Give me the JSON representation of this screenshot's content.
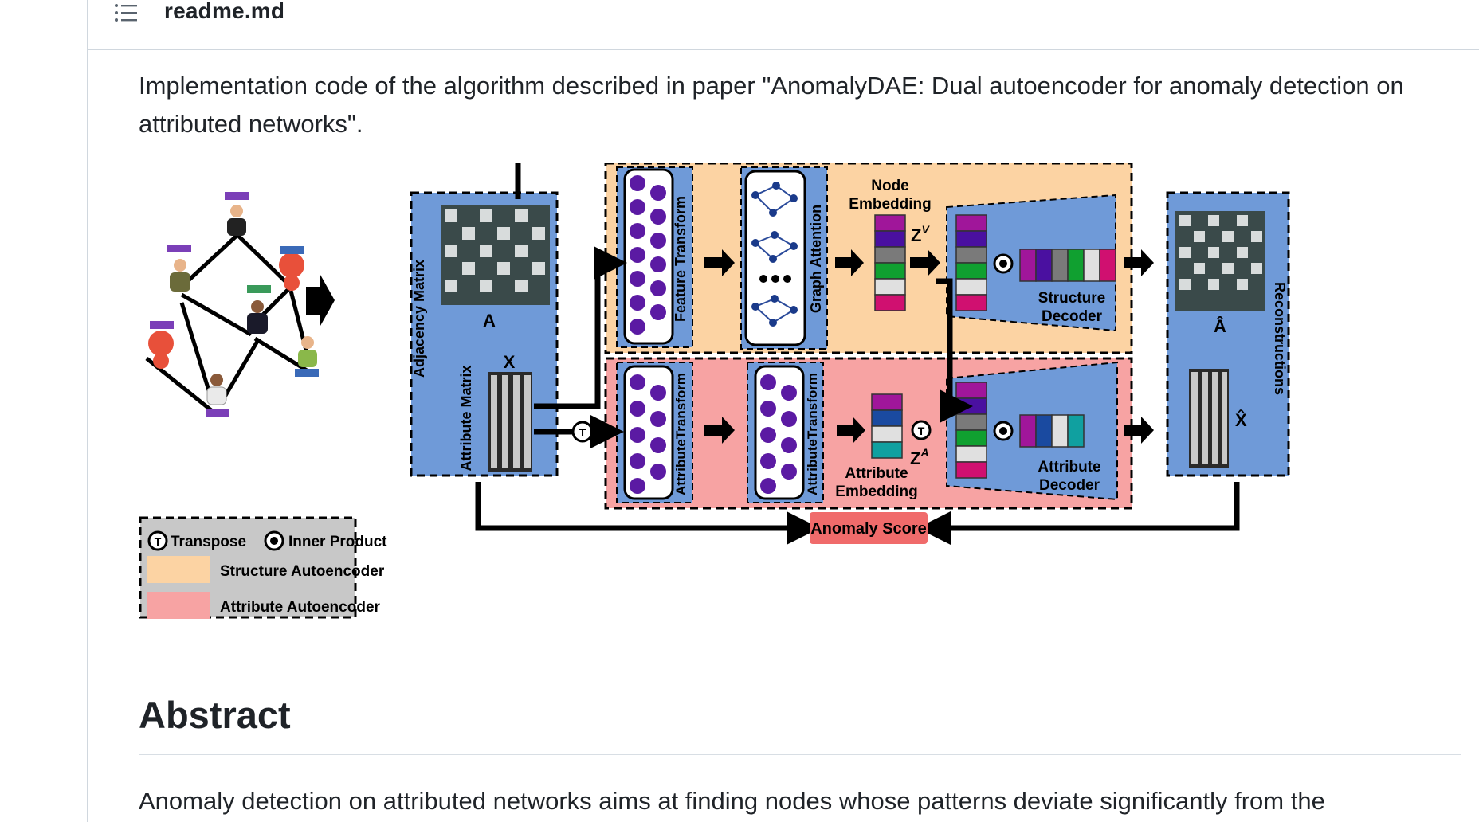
{
  "readme": {
    "file_name": "readme.md",
    "toc_icon": "list-unordered-icon",
    "intro": "Implementation code of the algorithm described in paper \"AnomalyDAE: Dual autoencoder for anomaly detection on attributed networks\"."
  },
  "figure": {
    "legend": {
      "transpose_symbol": "T",
      "transpose": "Transpose",
      "inner_product": "Inner Product",
      "structure_ae": "Structure Autoencoder",
      "attribute_ae": "Attribute Autoencoder"
    },
    "input": {
      "adjacency_label": "Adjacency Matrix",
      "adjacency_symbol": "A",
      "attribute_label": "Attribute Matrix",
      "attribute_symbol": "X"
    },
    "structure": {
      "feature_transform": "Feature Transform",
      "graph_attention": "Graph Attention",
      "node_embedding_1": "Node",
      "node_embedding_2": "Embedding",
      "z_symbol": "Z",
      "z_sup": "V",
      "decoder_1": "Structure",
      "decoder_2": "Decoder"
    },
    "attribute": {
      "transform_1": "AttributeTransform",
      "transform_2": "AttributeTransform",
      "embedding_1": "Attribute",
      "embedding_2": "Embedding",
      "z_symbol": "Z",
      "z_sup": "A",
      "decoder_1": "Attribute",
      "decoder_2": "Decoder"
    },
    "output": {
      "reconstructions": "Reconstructions",
      "a_hat": "Â",
      "x_hat": "X̂"
    },
    "anomaly_score": "Anomaly Score"
  },
  "abstract": {
    "heading": "Abstract",
    "text": "Anomaly detection on attributed networks aims at finding nodes whose patterns deviate significantly from the"
  },
  "colors": {
    "structure_bg": "#fcd3a3",
    "attribute_bg": "#f7a3a3",
    "block_blue": "#6f9ad8",
    "purple": "#5b1aa3",
    "score_red": "#f06b6b",
    "legend_gray": "#c8c8c8"
  }
}
